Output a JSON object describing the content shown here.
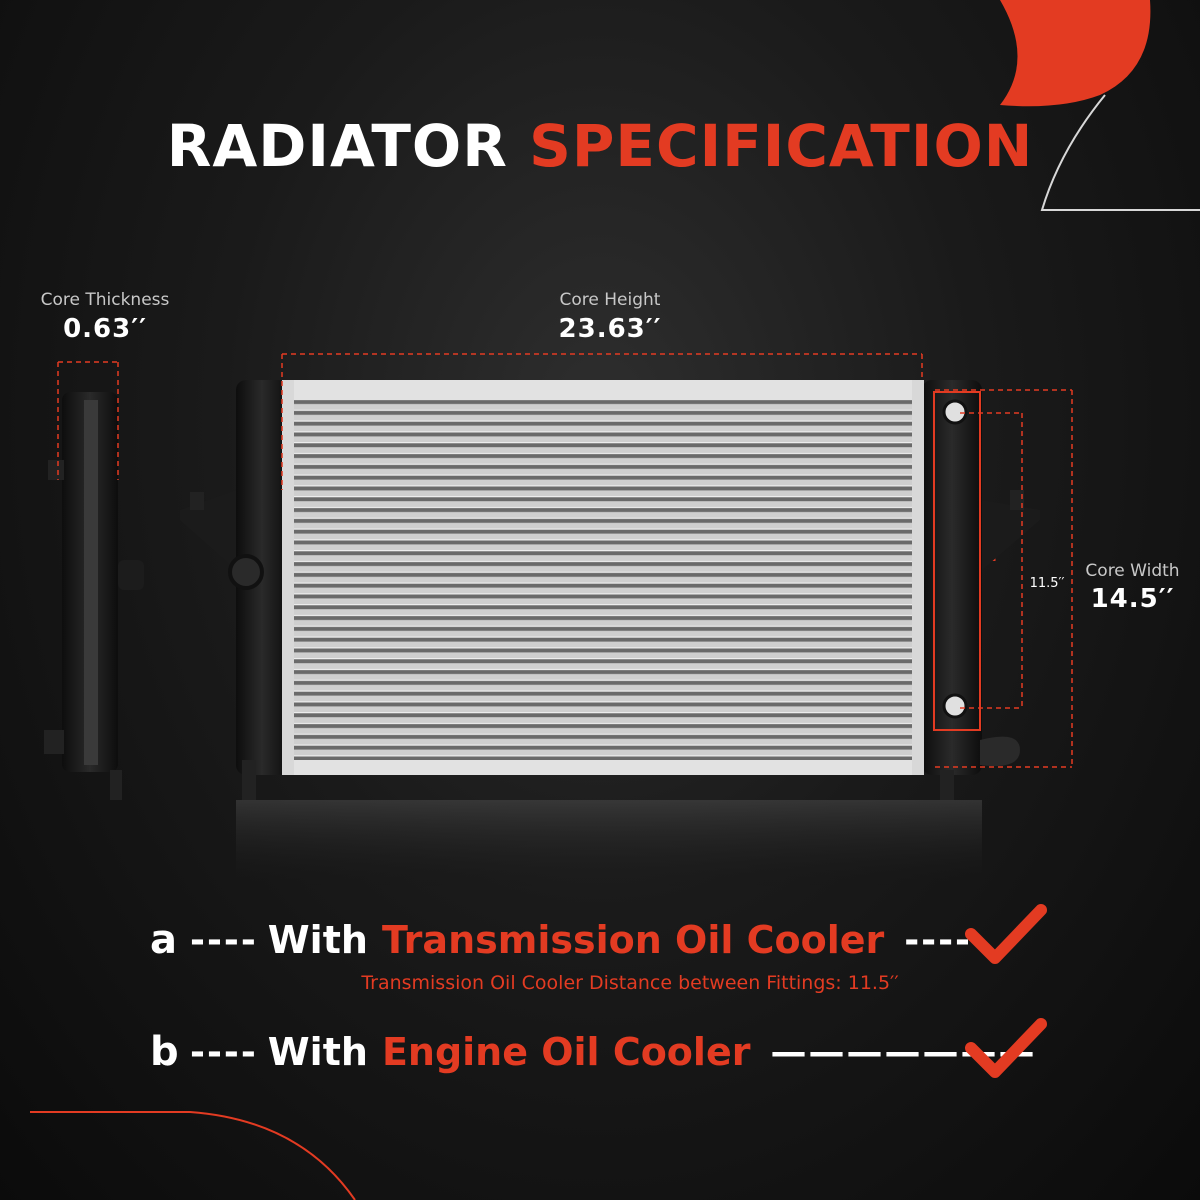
{
  "title": {
    "part1": "RADIATOR",
    "part2": "SPECIFICATION"
  },
  "dimensions": {
    "core_thickness": {
      "label": "Core Thickness",
      "value": "0.63′′"
    },
    "core_height": {
      "label": "Core Height",
      "value": "23.63′′"
    },
    "core_width": {
      "label": "Core Width",
      "value": "14.5′′"
    },
    "fitting_distance": {
      "marker": "a",
      "value": "11.5′′"
    }
  },
  "features": [
    {
      "letter": "a",
      "dashes": "----",
      "with": "With",
      "name": "Transmission Oil Cooler",
      "tail": "----",
      "check_icon": "checkmark-icon"
    },
    {
      "letter": "b",
      "dashes": "----",
      "with": "With",
      "name": "Engine Oil Cooler",
      "tail": "———————",
      "check_icon": "checkmark-icon"
    }
  ],
  "note": "Transmission Oil Cooler Distance between Fittings: 11.5′′",
  "colors": {
    "accent": "#e33b22",
    "background": "#1a1a1a",
    "text": "#ffffff"
  }
}
